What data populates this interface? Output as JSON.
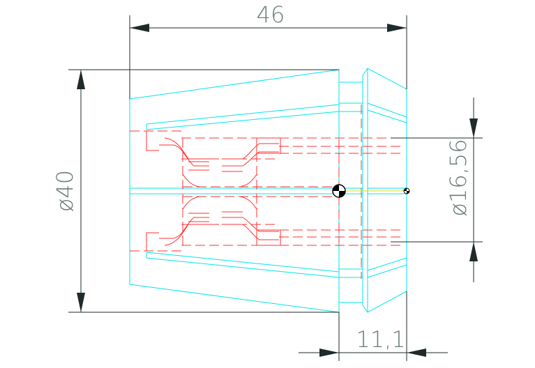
{
  "drawing": {
    "type": "technical-drawing",
    "subject": "collet",
    "colors": {
      "outline": "#00e5ee",
      "hidden": "#ff3030",
      "dimension": "#1f2a2a",
      "dimension_text": "#6b7b7b",
      "axis": "#e8e000"
    },
    "dimensions": {
      "overall_length": "46",
      "outer_diameter": "ø40",
      "bore_diameter": "ø16,56",
      "head_length": "11,1"
    }
  }
}
